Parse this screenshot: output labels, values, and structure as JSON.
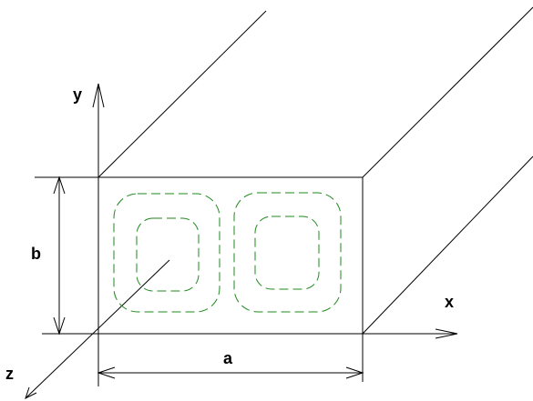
{
  "axes": {
    "x_label": "x",
    "y_label": "y",
    "z_label": "z"
  },
  "dimensions": {
    "width_label": "a",
    "height_label": "b"
  },
  "colors": {
    "lines": "#000000",
    "field_lines": "#1f8a1f",
    "background": "#ffffff"
  }
}
